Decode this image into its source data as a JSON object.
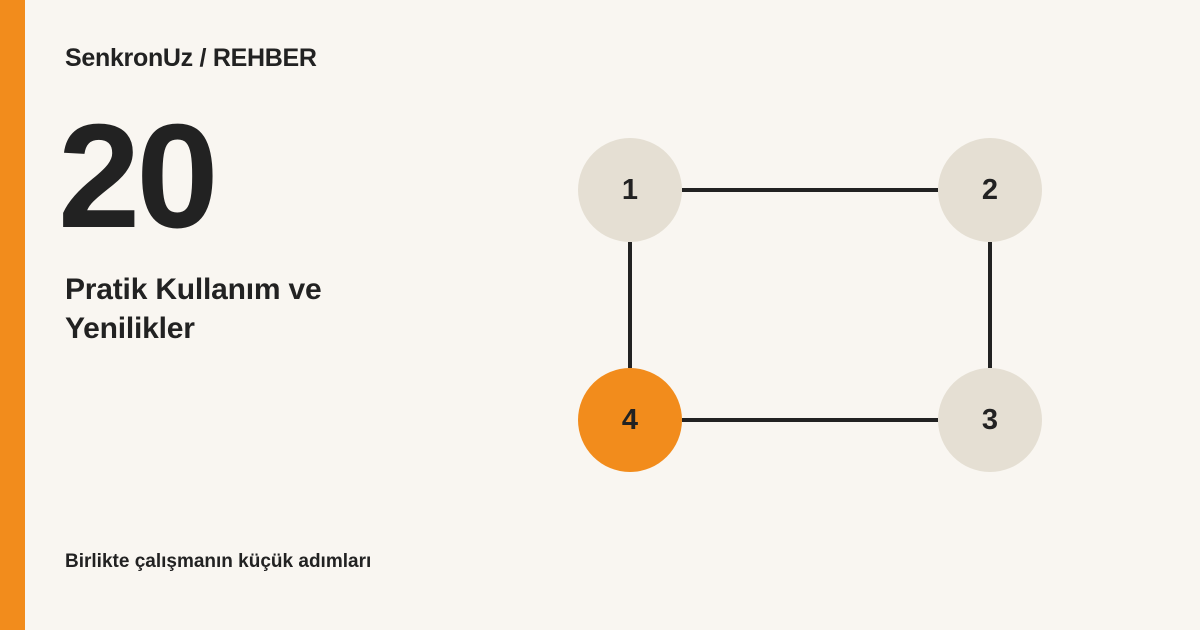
{
  "brand": "SenkronUz / REHBER",
  "number": "20",
  "headline": "Pratik Kullanım ve Yenilikler",
  "tagline": "Birlikte çalışmanın küçük adımları",
  "colors": {
    "background": "#f9f6f1",
    "accent": "#f28c1c",
    "node": "#e5dfd3",
    "text": "#222222",
    "edge": "#222222"
  },
  "diagram": {
    "nodes": [
      {
        "id": "1",
        "label": "1",
        "highlighted": false
      },
      {
        "id": "2",
        "label": "2",
        "highlighted": false
      },
      {
        "id": "3",
        "label": "3",
        "highlighted": false
      },
      {
        "id": "4",
        "label": "4",
        "highlighted": true
      }
    ],
    "edges": [
      {
        "from": "1",
        "to": "2"
      },
      {
        "from": "2",
        "to": "3"
      },
      {
        "from": "3",
        "to": "4"
      },
      {
        "from": "4",
        "to": "1"
      }
    ]
  }
}
